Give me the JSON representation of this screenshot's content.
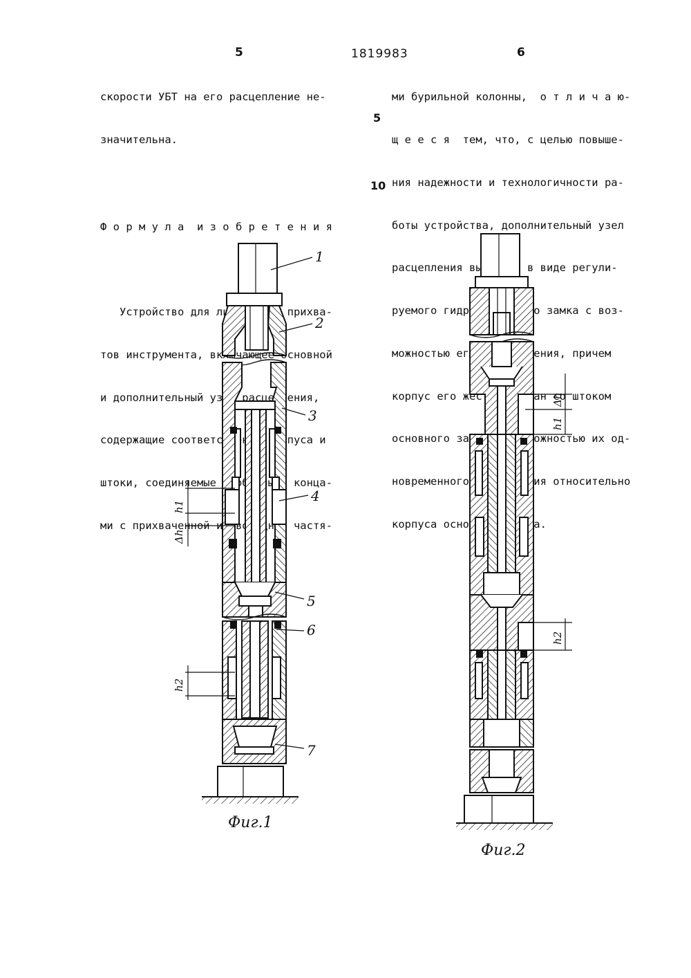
{
  "header": {
    "left_page": "5",
    "patent_number": "1819983",
    "right_page": "6"
  },
  "left_column": {
    "lines": [
      "скорости УБТ на его расцепление не-",
      "значительна.",
      "",
      "Ф о р м у л а  и з о б р е т е н и я",
      "",
      "   Устройство для ликвидации прихва-",
      "тов инструмента, включающее основной",
      "и дополнительный узлы расцепления,",
      "содержащие соответственно корпуса и",
      "штоки, соединяемые свободными конца-",
      "ми с прихваченной и свободной частя-"
    ]
  },
  "right_column": {
    "lines": [
      "ми бурильной колонны,  о т л и ч а ю-",
      "щ е е с я  тем, что, с целью повыше-",
      "ния надежности и технологичности ра-",
      "боты устройства, дополнительный узел",
      "расцепления выполнен в виде регули-",
      "руемого гидравлического замка с воз-",
      "можностью его разъединения, причем",
      "корпус его жестко связан со штоком",
      "основного замка с возможностью их од-",
      "новременного перемещения относительно",
      "корпуса основного замка."
    ]
  },
  "line_markers": [
    "5",
    "10"
  ],
  "figure1": {
    "caption": "Фиг.1",
    "labels": [
      "1",
      "2",
      "3",
      "4",
      "5",
      "6",
      "7"
    ],
    "dims": [
      "h1",
      "Δh",
      "h2"
    ]
  },
  "figure2": {
    "caption": "Фиг.2",
    "dims": [
      "Δh",
      "h1",
      "h2"
    ]
  }
}
